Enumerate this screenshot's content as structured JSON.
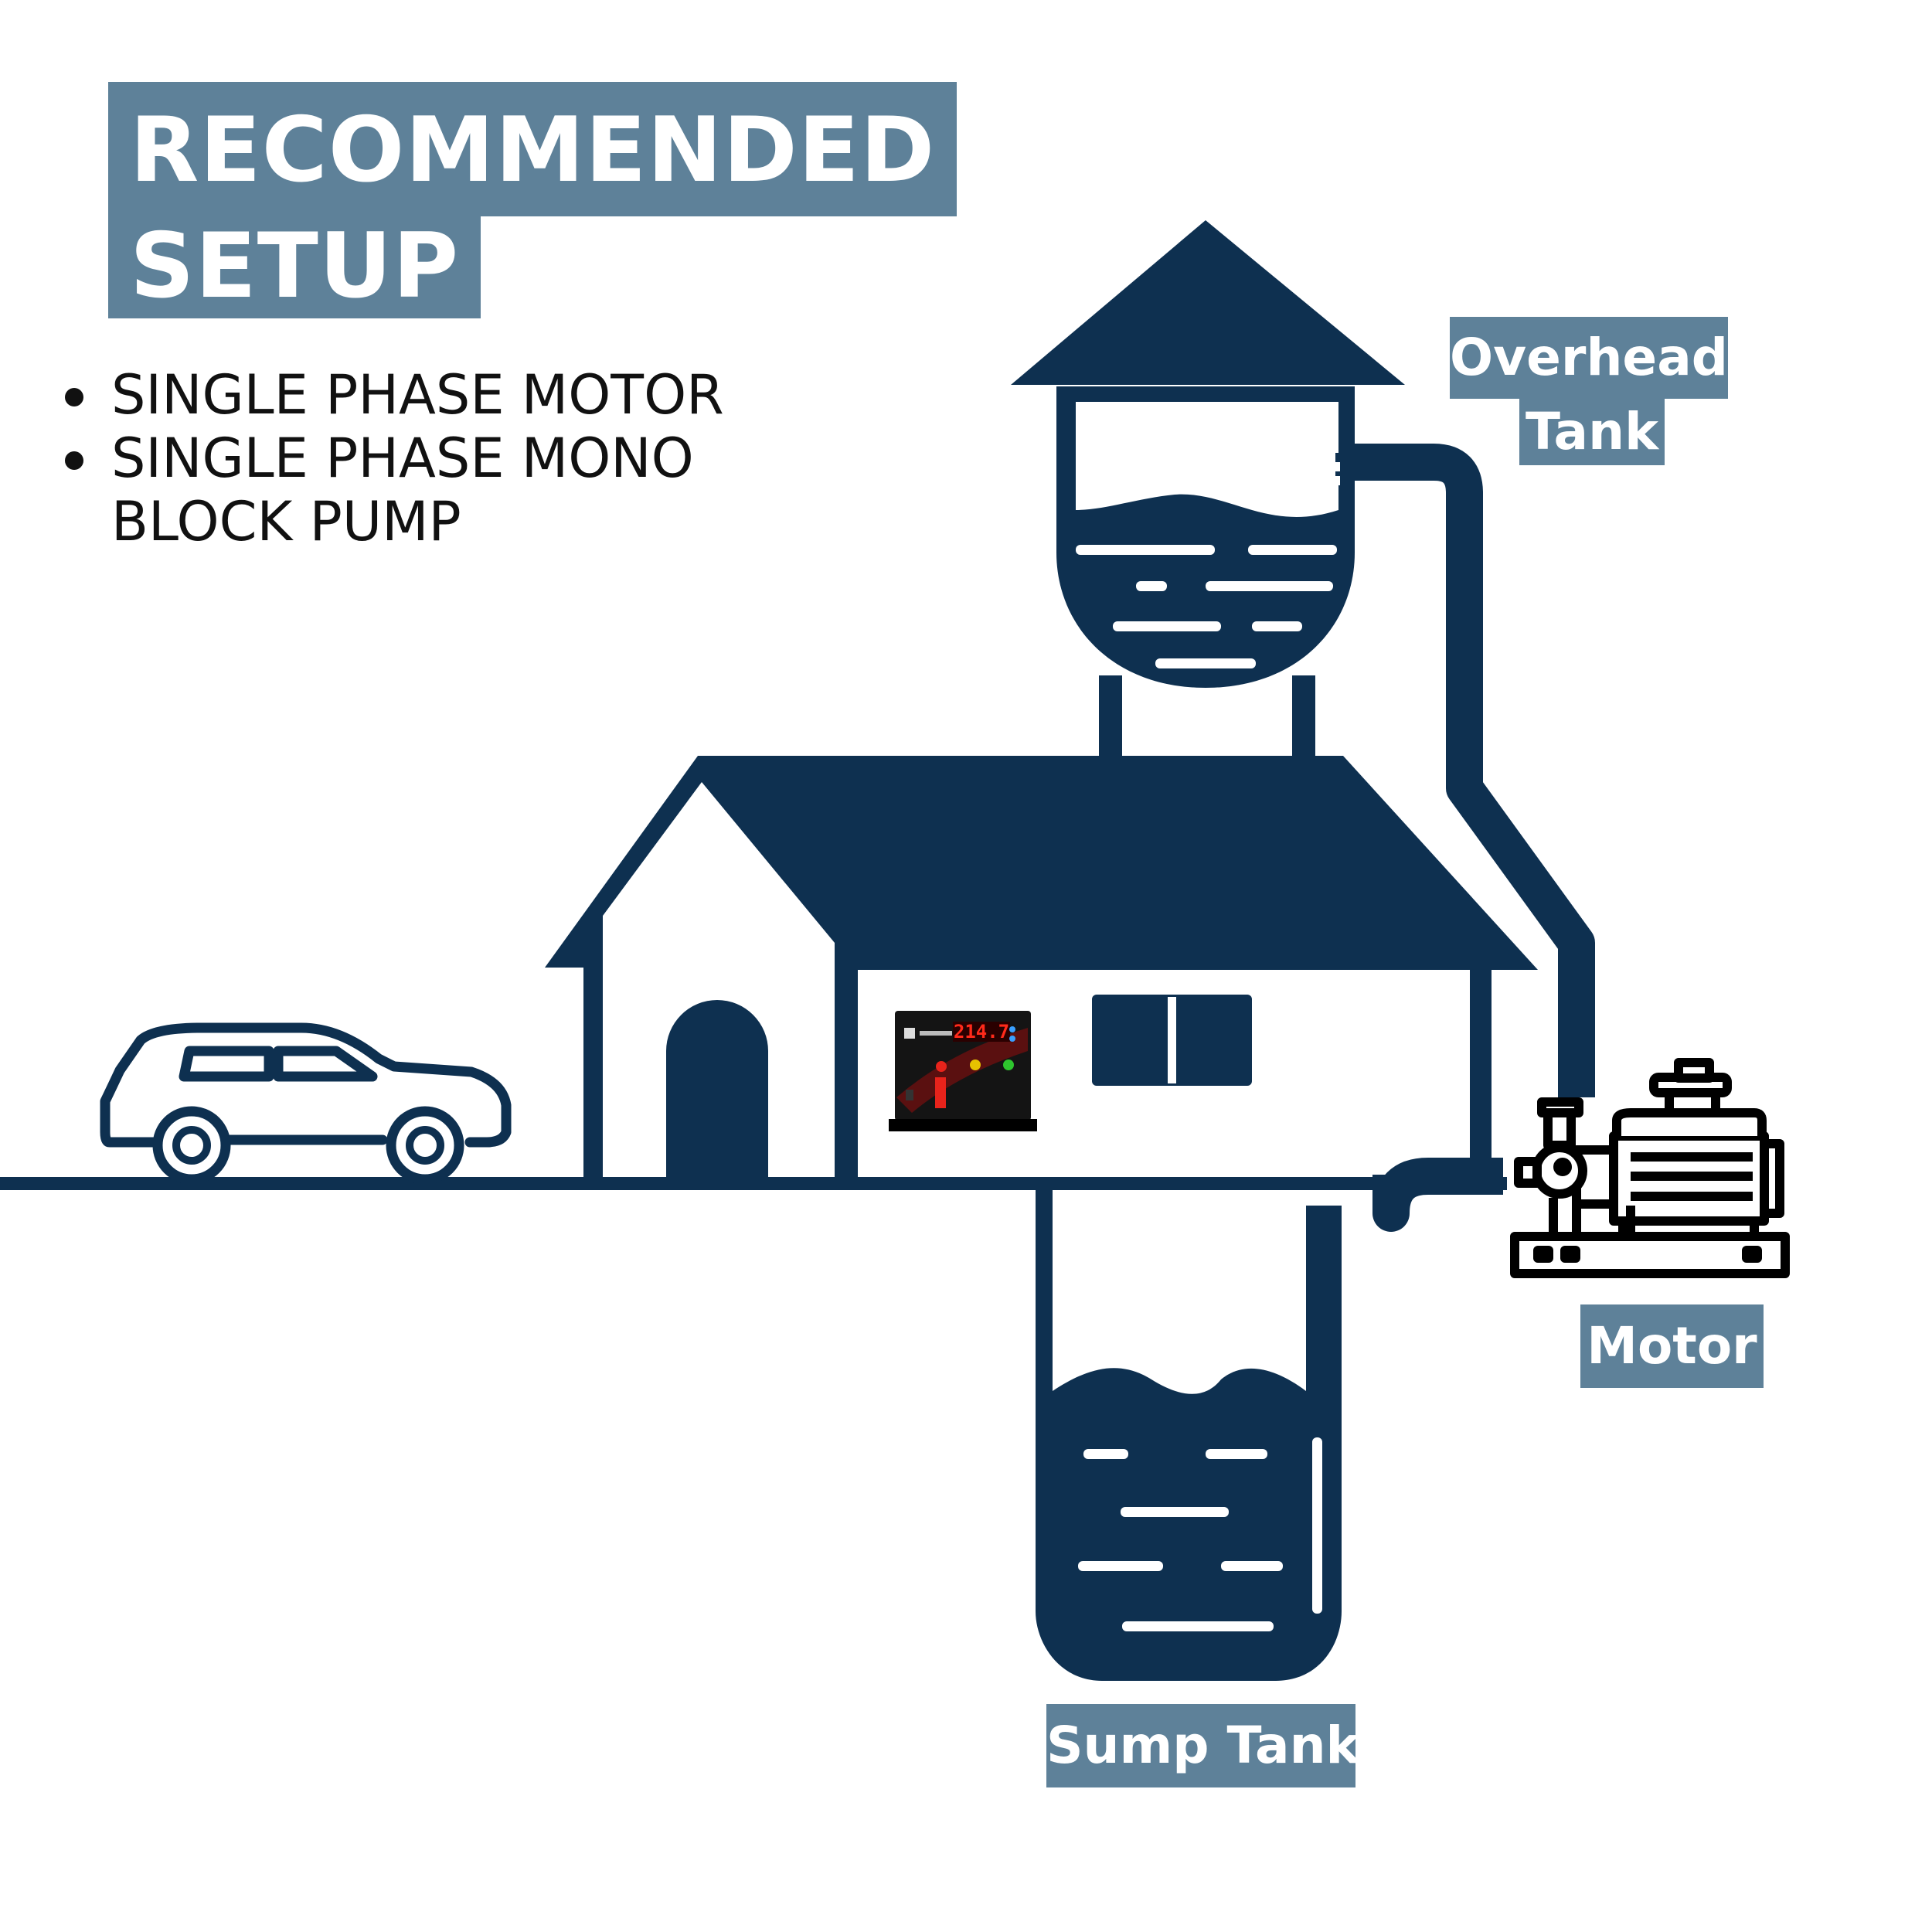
{
  "title": {
    "line1": "RECOMMENDED",
    "line2": "SETUP"
  },
  "bullets": [
    {
      "text": "SINGLE PHASE MOTOR"
    },
    {
      "text": "SINGLE PHASE MONO BLOCK PUMP"
    }
  ],
  "labels": {
    "overhead_tank_line1": "Overhead",
    "overhead_tank_line2": "Tank",
    "motor": "Motor",
    "sump_tank": "Sump Tank"
  },
  "controller": {
    "display": "214.7"
  },
  "colors": {
    "navy": "#0e3050",
    "label_bg": "#5e8199",
    "white": "#ffffff",
    "controller_red": "#e8231b"
  },
  "icons": [
    "overhead-tank-icon",
    "house-icon",
    "car-icon",
    "motor-pump-icon",
    "sump-tank-icon",
    "pump-controller-icon"
  ]
}
